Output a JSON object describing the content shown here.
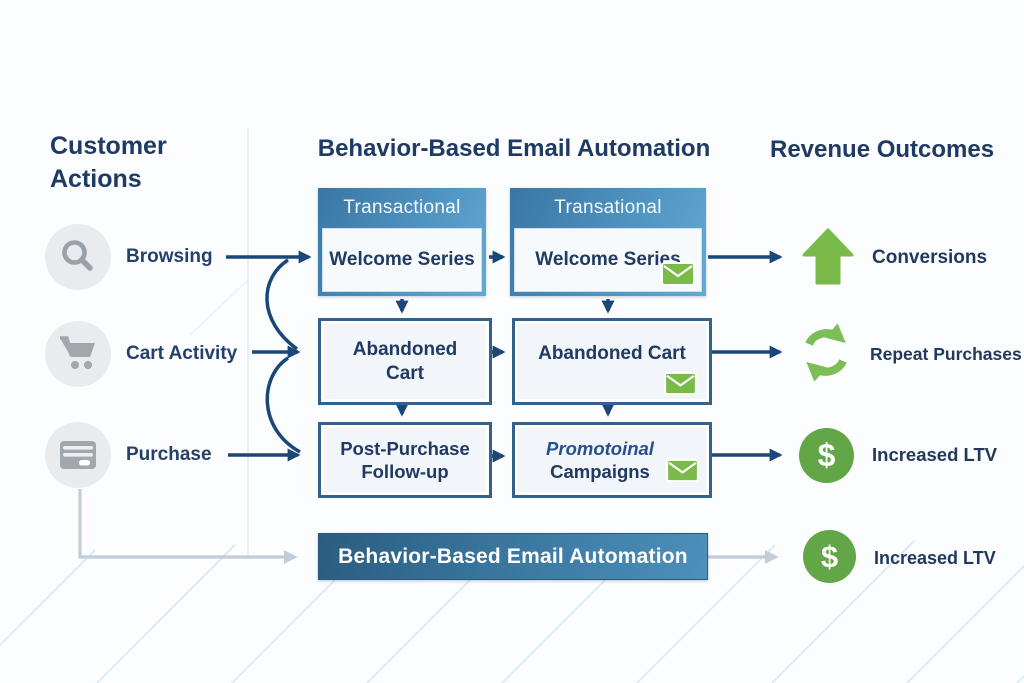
{
  "left_column": {
    "heading": "Customer Actions",
    "items": [
      {
        "label": "Browsing",
        "icon": "search-icon"
      },
      {
        "label": "Cart Activity",
        "icon": "shopping-cart-icon"
      },
      {
        "label": "Purchase",
        "icon": "credit-card-icon"
      }
    ]
  },
  "center": {
    "title": "Behavior-Based Email Automation",
    "rows": [
      {
        "left": {
          "header": "Transactional",
          "body": "Welcome Series"
        },
        "right": {
          "header": "Transational",
          "body": "Welcome Series",
          "envelope": "envelope-icon"
        }
      },
      {
        "left": {
          "body": "Abandoned Cart"
        },
        "right": {
          "body": "Abandoned Cart",
          "envelope": "envelope-icon"
        }
      },
      {
        "left": {
          "body": "Post-Purchase Follow-up"
        },
        "right": {
          "body_line1": "Promotoinal",
          "body_line2": "Campaigns",
          "envelope": "envelope-icon"
        }
      }
    ],
    "banner": "Behavior-Based Email Automation"
  },
  "right_column": {
    "heading": "Revenue Outcomes",
    "items": [
      {
        "label": "Conversions",
        "icon": "up-arrow-icon"
      },
      {
        "label": "Repeat Purchases",
        "icon": "repeat-cycle-icon"
      },
      {
        "label": "Increased LTV",
        "icon": "dollar-icon"
      },
      {
        "label": "Increased LTV",
        "icon": "dollar-icon"
      }
    ]
  },
  "icons": {
    "dollar": "$"
  },
  "colors": {
    "navy_text": "#1f3a63",
    "arrow_navy": "#1b4678",
    "box_border_navy": "#34608c",
    "header_gradient_start": "#3a76a4",
    "header_gradient_end": "#64a9d4",
    "banner_gradient_start": "#2a5d80",
    "banner_gradient_end": "#4c90bb",
    "green": "#79ba48",
    "dollar_green": "#63a647",
    "icon_gray": "#9ba1a9",
    "light_arrow_gray": "#c3ccd9",
    "diagonal_line_blue": "#d6e7f8"
  }
}
